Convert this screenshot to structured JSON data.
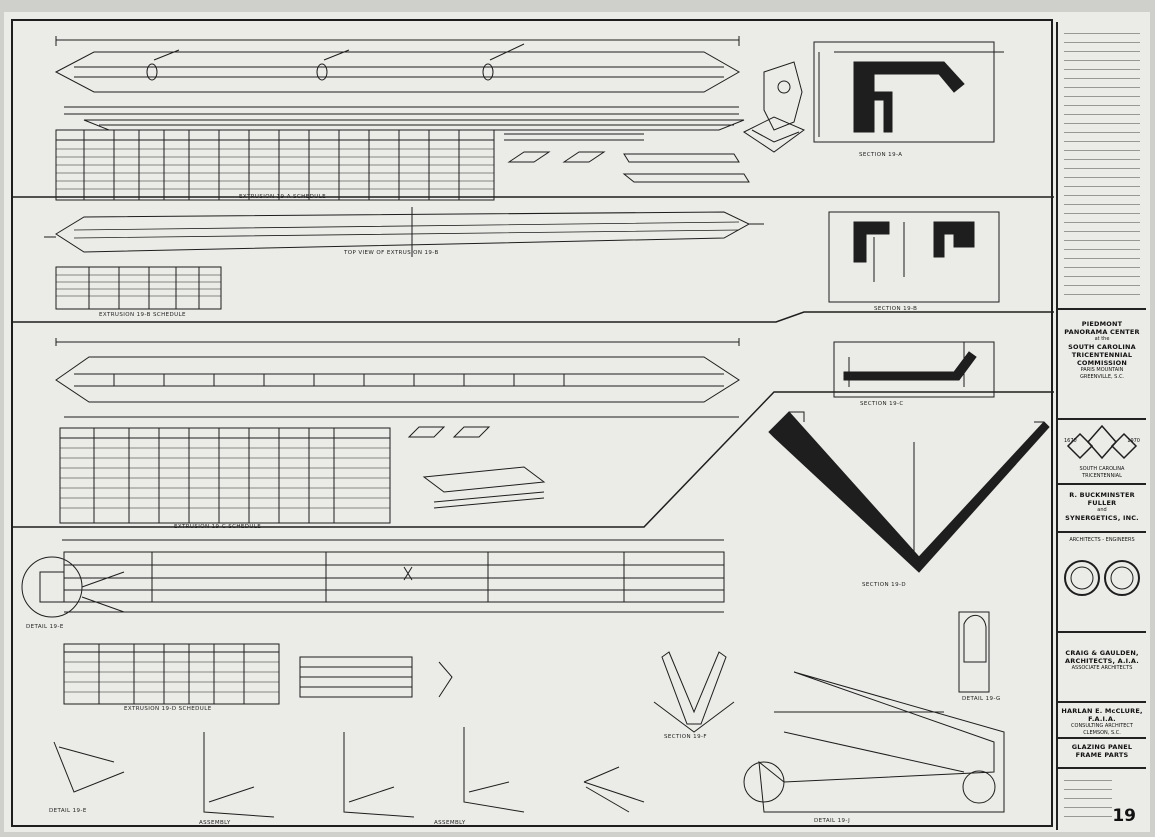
{
  "title_block": {
    "project": [
      "PIEDMONT",
      "PANORAMA CENTER",
      "at the",
      "SOUTH CAROLINA",
      "TRICENTENNIAL",
      "COMMISSION",
      "PARIS MOUNTAIN",
      "GREENVILLE, S.C."
    ],
    "emblem_caption": [
      "1670",
      "1970",
      "SOUTH CAROLINA",
      "TRICENTENNIAL"
    ],
    "engineer": [
      "R. BUCKMINSTER FULLER",
      "and",
      "SYNERGETICS, INC."
    ],
    "engineer_role": "ARCHITECTS - ENGINEERS",
    "associates": [
      "CRAIG & GAULDEN,",
      "ARCHITECTS, A.I.A.",
      "ASSOCIATE ARCHITECTS"
    ],
    "consulting": [
      "HARLAN E. McCLURE, F.A.I.A.",
      "CONSULTING ARCHITECT",
      "CLEMSON, S.C."
    ],
    "sheet_title": [
      "GLAZING PANEL",
      "FRAME PARTS"
    ],
    "sheet_number": "19"
  },
  "captions": {
    "ext_ia_schedule": "EXTRUSION 19-A SCHEDULE",
    "ext_ib_schedule": "EXTRUSION 19-B SCHEDULE",
    "ext_ic_schedule": "EXTRUSION 19-C SCHEDULE",
    "ext_id_schedule": "EXTRUSION 19-D SCHEDULE",
    "top_view_ib": "TOP VIEW OF EXTRUSION 19-B",
    "section_ia": "SECTION 19-A",
    "section_ib": "SECTION 19-B",
    "section_ic": "SECTION 19-C",
    "section_id": "SECTION 19-D",
    "section_if": "SECTION 19-F",
    "detail_ie": "DETAIL 19-E",
    "detail_ig": "DETAIL 19-G",
    "detail_ij": "DETAIL 19-J",
    "assembly": "ASSEMBLY"
  },
  "colors": {
    "paper": "#ebebe7",
    "ink": "#1e1e1e",
    "frame": "#cfcfcb"
  }
}
